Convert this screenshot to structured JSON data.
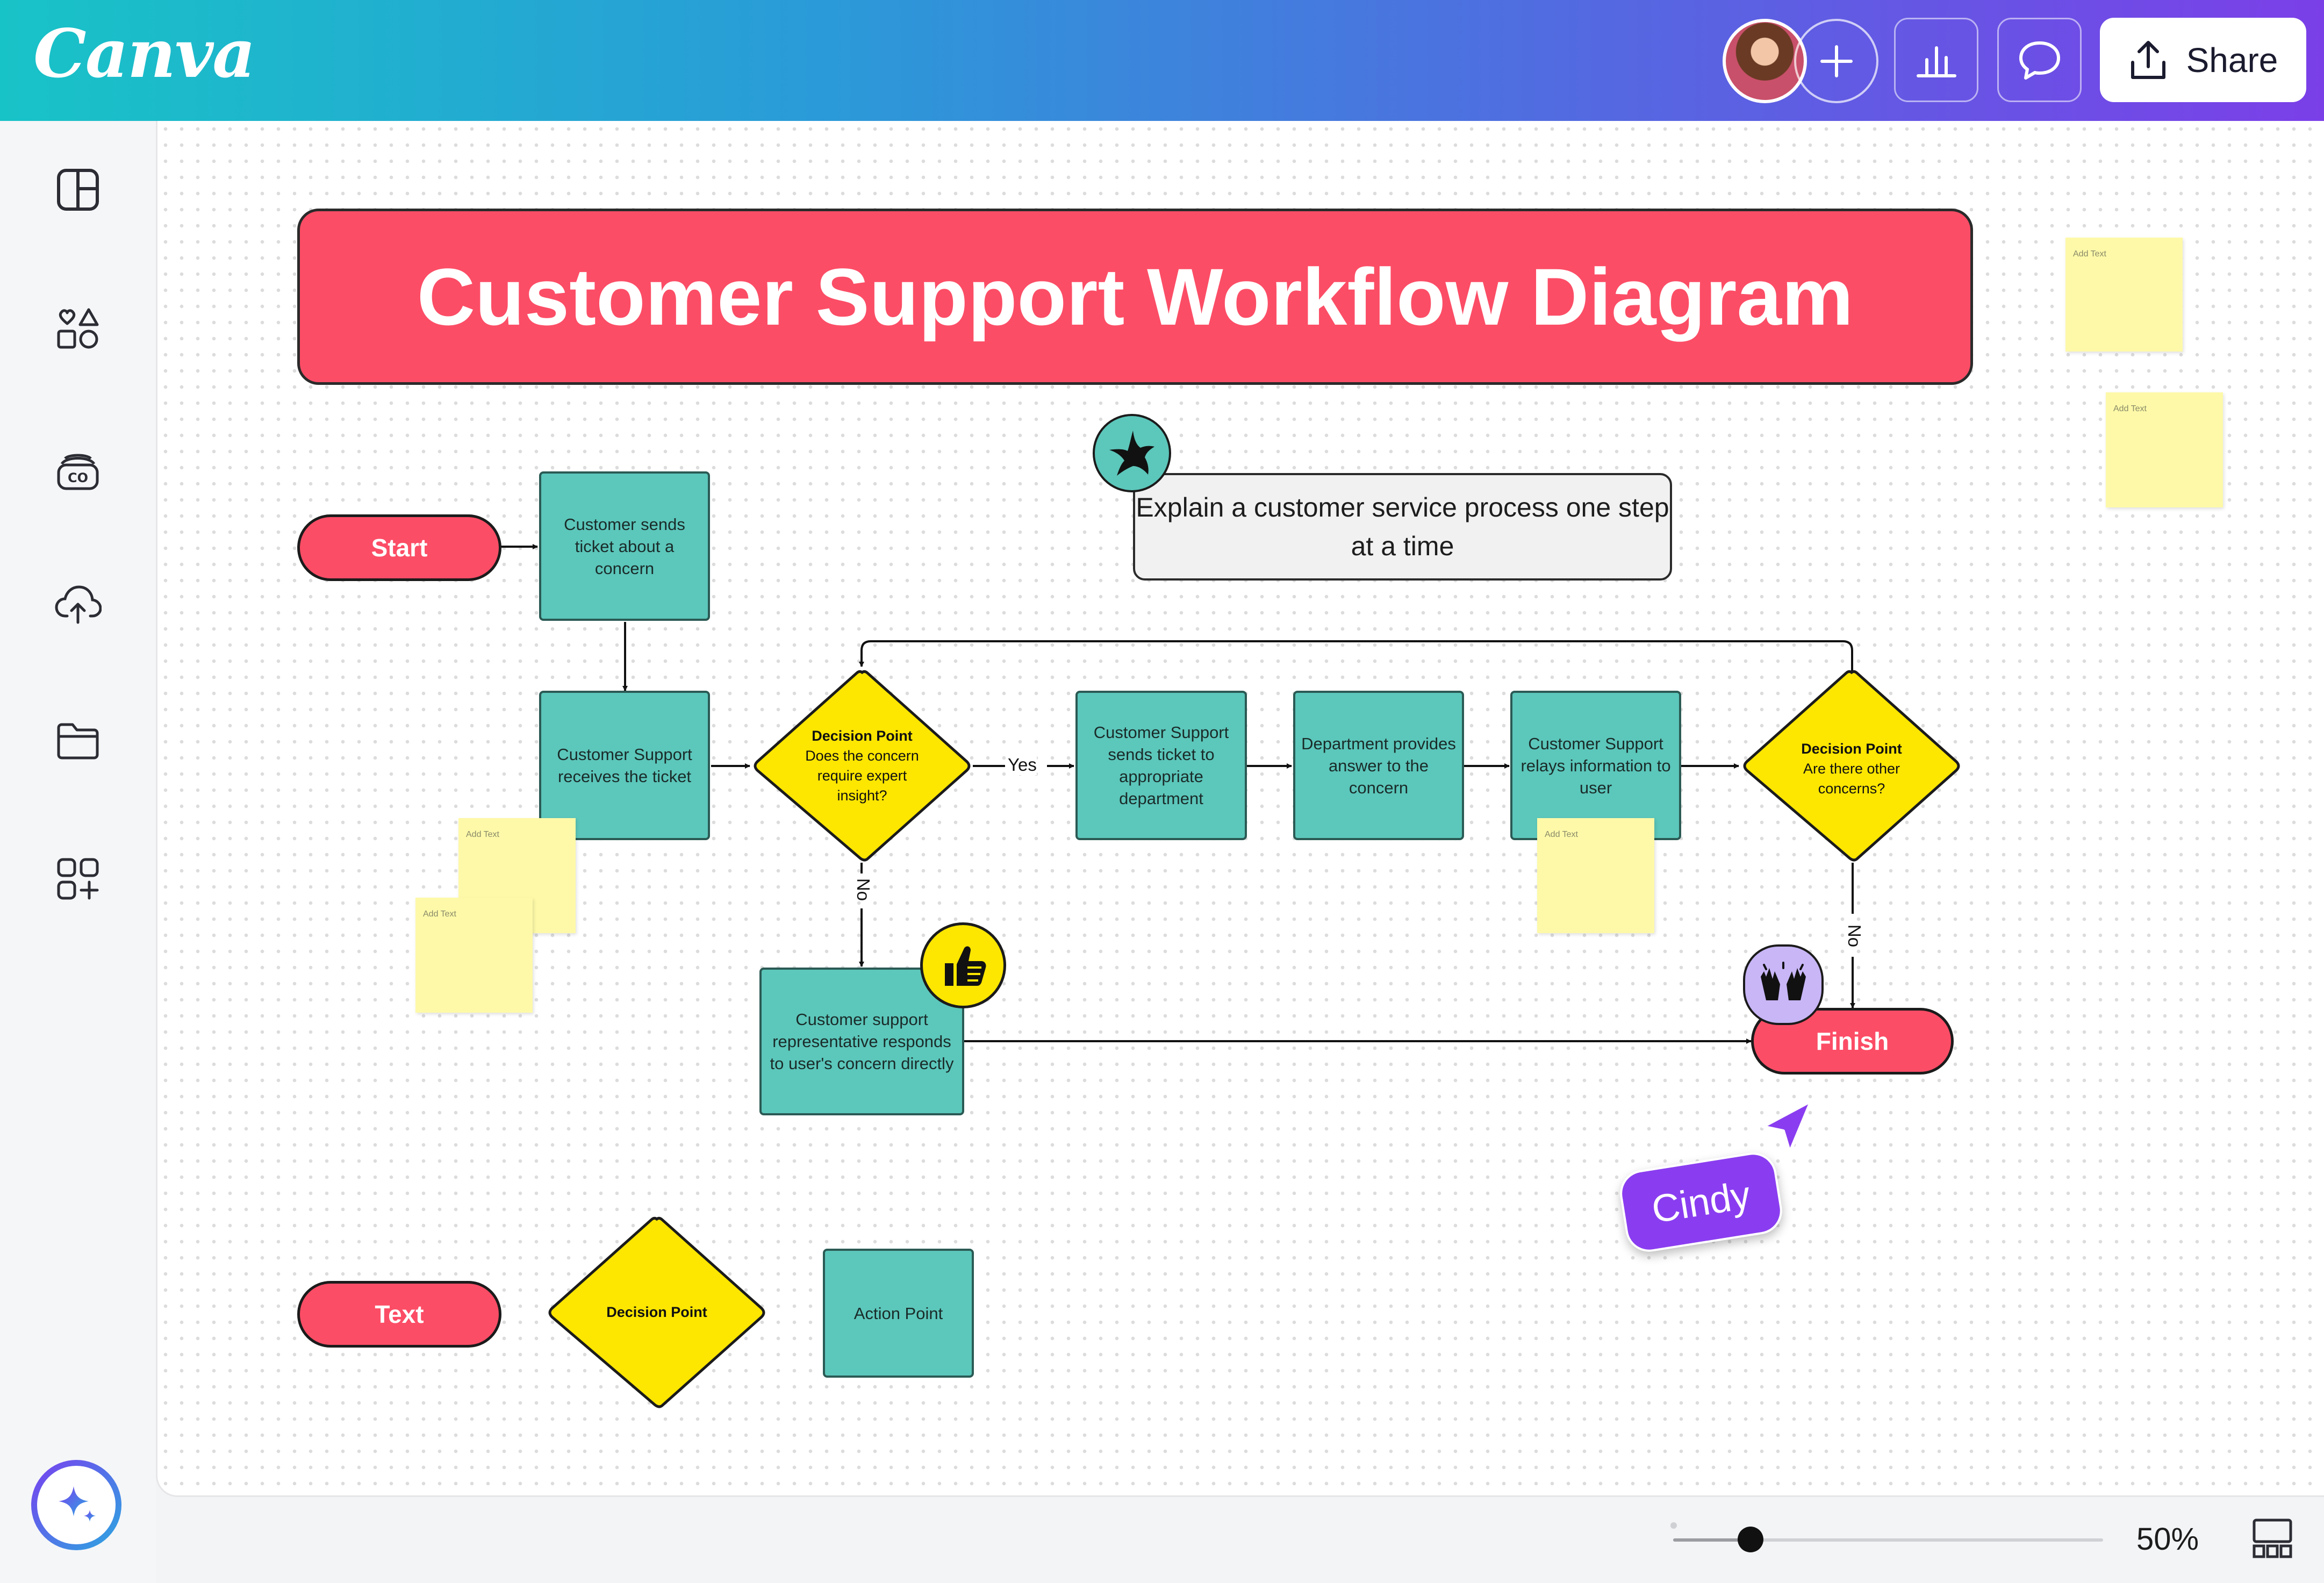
{
  "header": {
    "logo": "Canva",
    "share_label": "Share",
    "accent_gradient": [
      "#18c3c7",
      "#7b3fe8"
    ]
  },
  "sidebar": {
    "items": [
      {
        "icon": "design-panel-icon"
      },
      {
        "icon": "elements-icon"
      },
      {
        "icon": "brand-icon"
      },
      {
        "icon": "upload-cloud-icon"
      },
      {
        "icon": "folder-icon"
      },
      {
        "icon": "apps-icon"
      }
    ],
    "assistant_icon": "sparkle-icon"
  },
  "diagram": {
    "title": "Customer Support Workflow Diagram",
    "prompt": "Explain a customer service process one step at a time",
    "start": "Start",
    "finish": "Finish",
    "boxes": {
      "send_ticket": "Customer sends ticket about a concern",
      "receives": "Customer Support receives the ticket",
      "to_department": "Customer Support sends ticket to appropriate department",
      "department": "Department provides answer to the concern",
      "relays": "Customer Support relays information to user",
      "responds": "Customer support representative responds to user's concern directly"
    },
    "decision1": {
      "title": "Decision Point",
      "text": "Does the concern require expert insight?"
    },
    "decision2": {
      "title": "Decision Point",
      "text": "Are there other concerns?"
    },
    "labels": {
      "yes": "Yes",
      "no1": "No",
      "no2": "No"
    },
    "legend": {
      "text": "Text",
      "decision": "Decision Point",
      "action": "Action Point"
    },
    "sticky_text": "Add Text",
    "cursor_user": "Cindy",
    "colors": {
      "pill": "#fc4d66",
      "box": "#5cc7bb",
      "diamond": "#fde600",
      "sticky": "#fdf9a8",
      "cursor": "#8a3df0"
    }
  },
  "footer": {
    "zoom": "50%",
    "zoom_fraction": 0.18
  }
}
